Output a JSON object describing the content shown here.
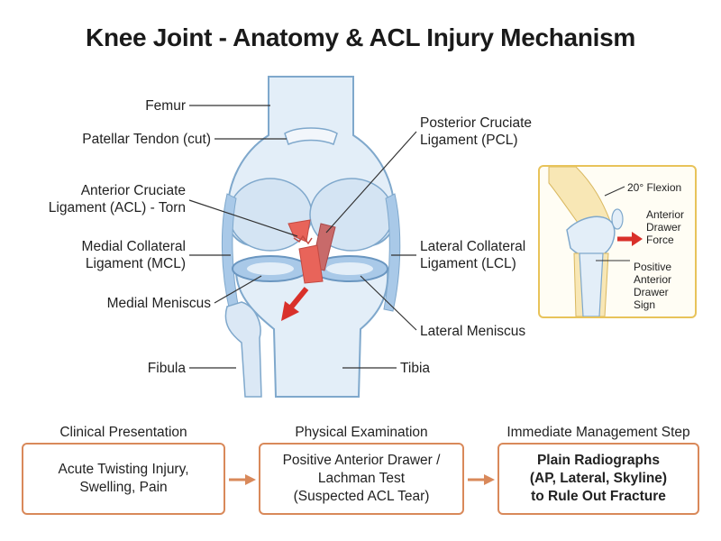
{
  "title": "Knee Joint - Anatomy & ACL Injury Mechanism",
  "labels": {
    "femur": "Femur",
    "patellar_tendon": "Patellar Tendon (cut)",
    "acl": "Anterior Cruciate\nLigament (ACL) - Torn",
    "mcl": "Medial Collateral\nLigament (MCL)",
    "medial_meniscus": "Medial Meniscus",
    "fibula": "Fibula",
    "pcl": "Posterior Cruciate\nLigament (PCL)",
    "lcl": "Lateral Collateral\nLigament (LCL)",
    "lateral_meniscus": "Lateral Meniscus",
    "tibia": "Tibia"
  },
  "inset": {
    "flexion": "20° Flexion",
    "force": "Anterior\nDrawer\nForce",
    "sign": "Positive\nAnterior\nDrawer\nSign"
  },
  "flow": [
    {
      "heading": "Clinical Presentation",
      "text": "Acute Twisting Injury,\nSwelling, Pain"
    },
    {
      "heading": "Physical Examination",
      "text": "Positive Anterior Drawer /\nLachman Test\n(Suspected ACL Tear)"
    },
    {
      "heading": "Immediate Management Step",
      "text": "Plain Radiographs\n(AP, Lateral, Skyline)\nto Rule Out Fracture"
    }
  ],
  "colors": {
    "bone": "#e3eef8",
    "bone_outline": "#7fa8cc",
    "ligament_blue": "#a9c9e8",
    "acl_red": "#e8645a",
    "arrow_red": "#d9302a",
    "box_border": "#d9895a",
    "inset_border": "#e8c35a"
  }
}
